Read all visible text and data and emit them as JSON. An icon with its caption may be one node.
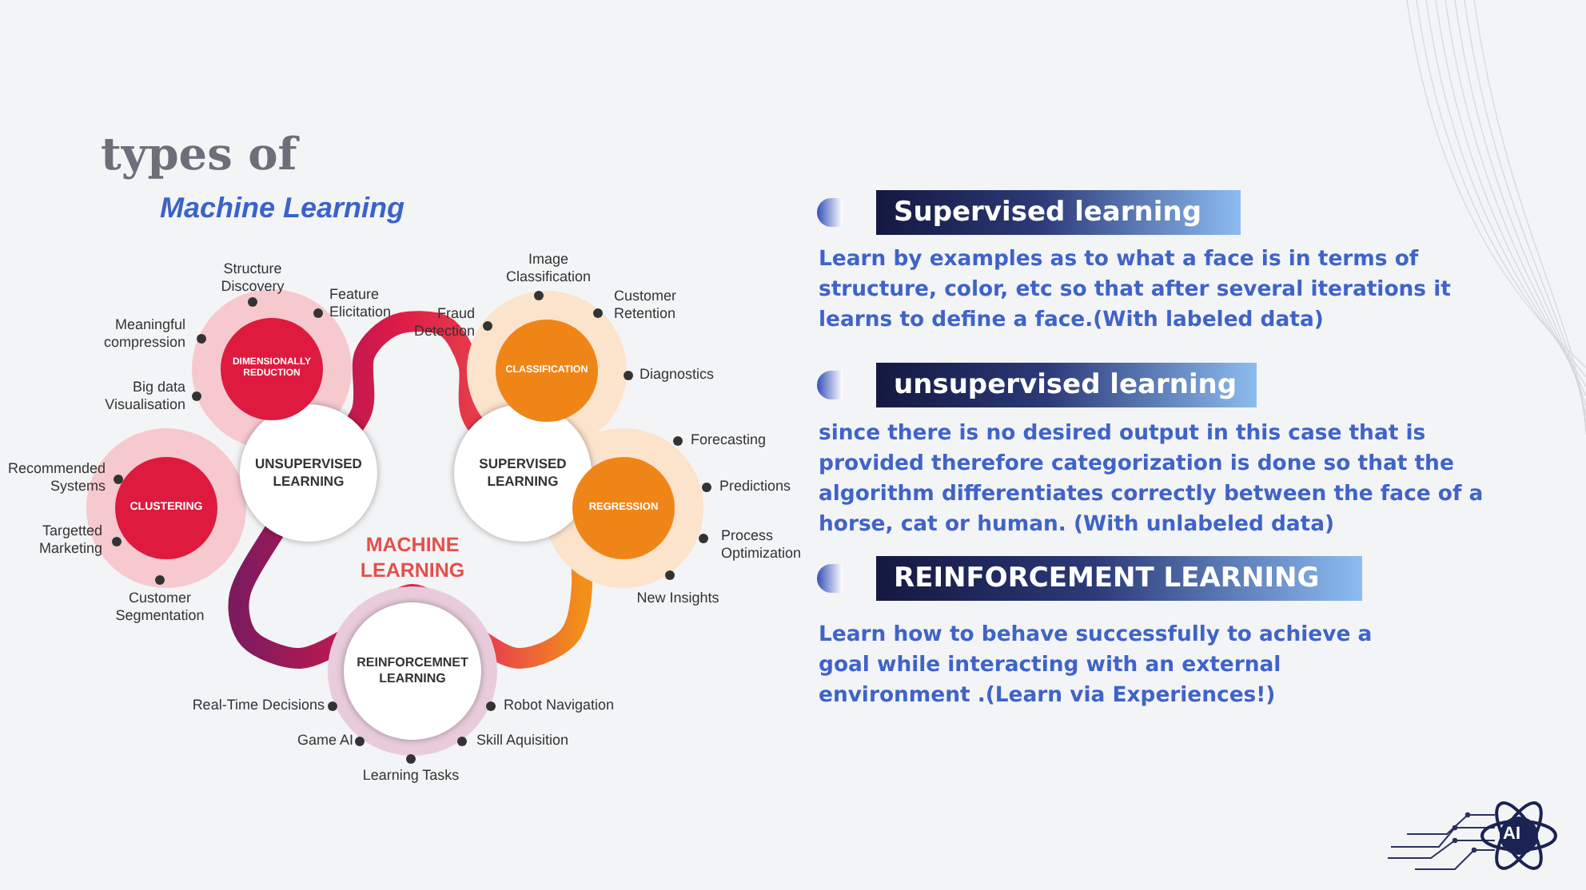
{
  "diagram": {
    "title": "types of",
    "nodes": [
      {
        "text": [
          "UNSUPERVISED LEARNING"
        ]
      },
      {
        "text": [
          "DIMENSIONALLY REDUCTION"
        ],
        "beside": [
          "Structure Discovery",
          "Feature Elicitation",
          "Meaningful compression",
          "Big data Visualisation"
        ]
      },
      {
        "text": [
          "CLUSTERING"
        ],
        "beside": [
          "Recommended Systems",
          "Targetted Marketing",
          "Customer Segmentation"
        ]
      },
      {
        "text": [
          "SUPERVISED LEARNING"
        ]
      },
      {
        "text": [
          "CLASSIFICATION"
        ],
        "beside": [
          "Image Classification",
          "Customer Retention",
          "Fraud Detection",
          "Diagnostics"
        ]
      },
      {
        "text": [
          "REGRESSION"
        ],
        "beside": [
          "Forecasting",
          "Predictions",
          "Process Optimization",
          "New Insights"
        ]
      },
      {
        "text": [
          "REINFORCEMNET LEARNING"
        ],
        "beside": [
          "Real-Time Decisions",
          "Robot Navigation",
          "Game AI",
          "Skill Aquisition",
          "Learning Tasks"
        ]
      },
      {
        "text": [
          "Supervised learning"
        ],
        "beside": [
          "Learn by examples as to what a face is in terms of structure, color, etc so that after several iterations it learns to define a face.(With labeled data)"
        ]
      },
      {
        "text": [
          "unsupervised learning"
        ],
        "beside": [
          "since there is no desired output in this case that is provided therefore categorization is done so that the algorithm differentiates correctly between the face of a horse, cat or human. (With unlabeled data)"
        ]
      },
      {
        "text": [
          "REINFORCEMENT LEARNING"
        ],
        "beside": [
          "Learn how to behave successfully to achieve a goal while interacting with an external environment .(Learn via Experiences!)"
        ]
      }
    ],
    "labels": [
      "Machine Learning",
      "MACHINE LEARNING",
      "AI"
    ]
  }
}
